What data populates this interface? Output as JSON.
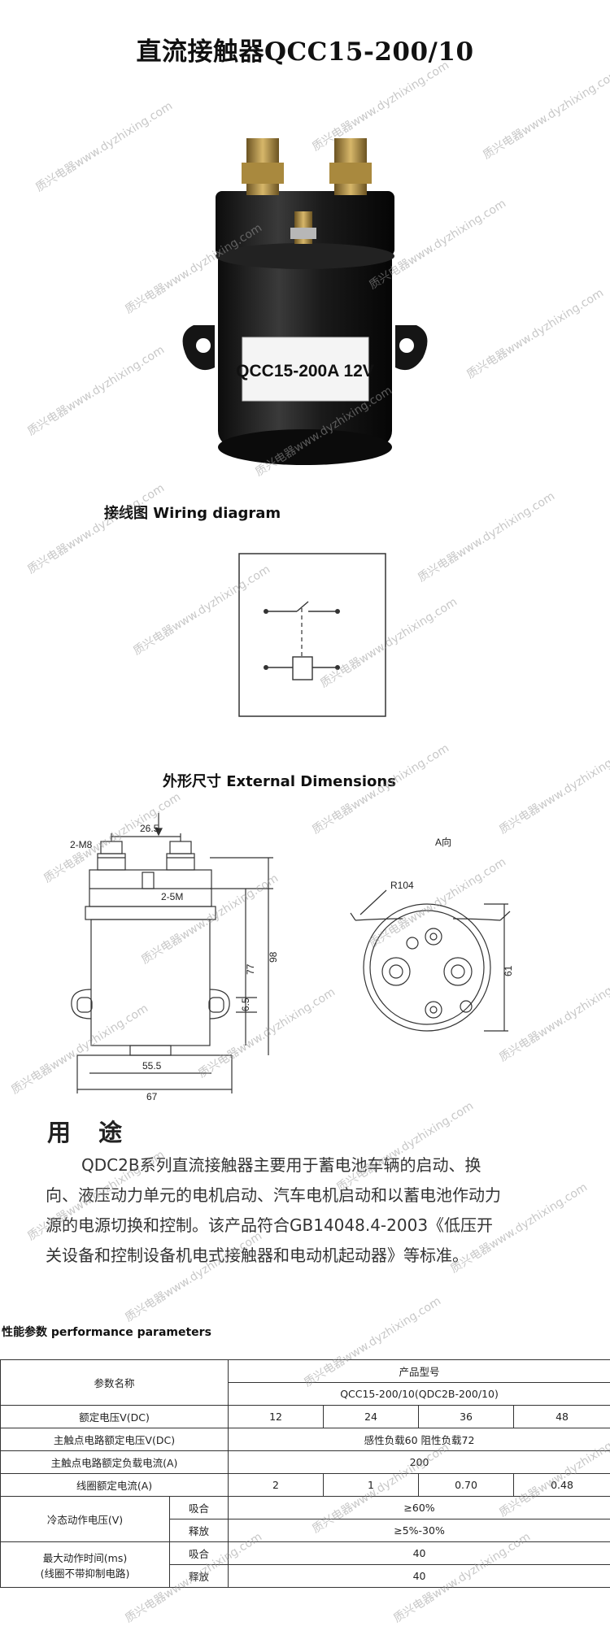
{
  "title": "直流接触器QCC15-200/10",
  "product_label": "QCC15-200A 12V",
  "wiring_heading": "接线图 Wiring diagram",
  "dimensions_heading": "外形尺寸 External Dimensions",
  "dimensions": {
    "top_span": "26.5",
    "thread_main": "2-M8",
    "thread_coil": "2-5M",
    "height_body": "77",
    "height_total": "98",
    "slot": "6.5",
    "width_inner": "55.5",
    "width_outer": "67",
    "view_label": "A向",
    "radius": "R104",
    "side_dim": "61"
  },
  "usage": {
    "heading": "用 途",
    "body": "QDC2B系列直流接触器主要用于蓄电池车辆的启动、换向、液压动力单元的电机启动、汽车电机启动和以蓄电池作动力源的电源切换和控制。该产品符合GB14048.4-2003《低压开关设备和控制设备机电式接触器和电动机起动器》等标准。"
  },
  "perf_heading": "性能参数 performance parameters",
  "table": {
    "param_name_header": "参数名称",
    "model_header": "产品型号",
    "model_value": "QCC15-200/10(QDC2B-200/10)",
    "rows": {
      "voltage": {
        "label": "额定电压V(DC)",
        "values": [
          "12",
          "24",
          "36",
          "48"
        ]
      },
      "contact_voltage": {
        "label": "主触点电路额定电压V(DC)",
        "value": "感性负载60  阻性负载72"
      },
      "contact_current": {
        "label": "主触点电路额定负载电流(A)",
        "value": "200"
      },
      "coil_current": {
        "label": "线圈额定电流(A)",
        "values": [
          "2",
          "1",
          "0.70",
          "0.48"
        ]
      },
      "cold_voltage": {
        "label": "冷态动作电压(V)",
        "pull_label": "吸合",
        "pull_value": "≥60%",
        "release_label": "释放",
        "release_value": "≥5%-30%"
      },
      "max_time": {
        "label": "最大动作时间(ms)",
        "sublabel": "(线圈不带抑制电路)",
        "pull_label": "吸合",
        "pull_value": "40",
        "release_label": "释放",
        "release_value": "40"
      }
    }
  },
  "watermark": "质兴电器www.dyzhixing.com"
}
